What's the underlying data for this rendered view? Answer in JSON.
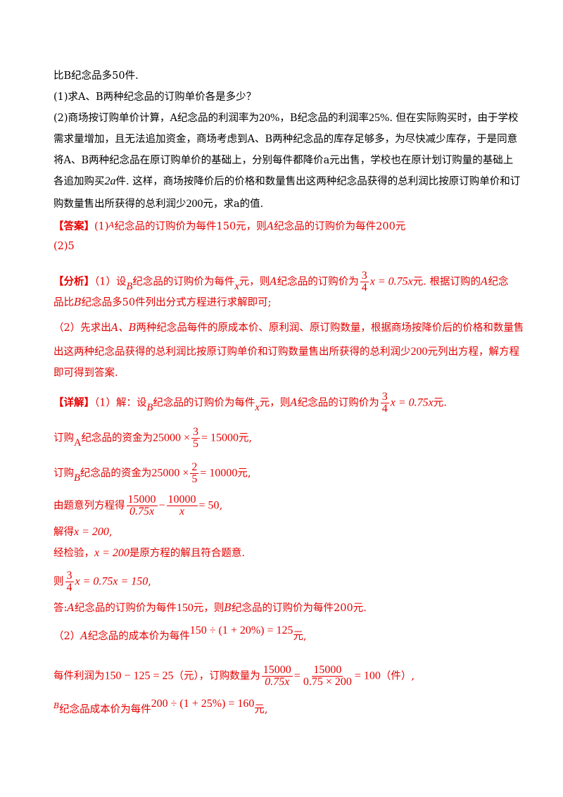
{
  "problem": {
    "l1": "比B纪念品多50件.",
    "l2": "(1)求A、B两种纪念品的订购单价各是多少？",
    "l3a": "(2)商场按订购单价计算，A纪念品的利润率为",
    "l3pct1": "20%",
    "l3b": "，B纪念品的利润率",
    "l3pct2": "25%",
    "l3c": ". 但在实际购买时，由于学校",
    "l4": "需求量增加，且无法追加资金，商场考虑到A、B两种纪念品的库存足够多，为尽快减少库存，于是同意",
    "l5": "将A、B两种纪念品在原订购单价的基础上，分别每件都降价a元出售，学校也在原计划订购量的基础上",
    "l6a": "各追加购买",
    "l6m": "2a",
    "l6b": "件. 这样，商场按降价后的价格和数量售出这两种纪念品获得的总利润比按原订购单价和订",
    "l7a": "购数量售出所获得的总利润少",
    "l7m": "200",
    "l7b": "元，求a的值."
  },
  "answer": {
    "tag": "【答案】",
    "p1a": "(1)",
    "p1A": "A",
    "p1b": "纪念品的订购价为每件150元，则",
    "p1A2": "A",
    "p1c": "纪念品的订购价为每件200元",
    "p2": "(2)5"
  },
  "analysis": {
    "tag": "【分析】",
    "l1a": "（1）设",
    "l1B": "B",
    "l1b": "纪念品的订购价为每件",
    "l1x": "x",
    "l1c": "元，则",
    "l1A": "A",
    "l1d": "纪念品的订购价为",
    "l1num": "3",
    "l1den": "4",
    "l1eq": "x = 0.75x",
    "l1e": "元. 根据订购的",
    "l1A2": "A",
    "l1f": "纪念",
    "l2a": "品比",
    "l2B": "B",
    "l2b": "纪念品多50件列出分式方程进行求解即可;",
    "l3a": "（2）先求出",
    "l3AB": "A、B",
    "l3b": "两种纪念品每件的原成本价、原利润、原订购数量，根据商场按降价后的价格和数量售",
    "l4a": "出这两种纪念品获得的总利润比按原订购单价和订购数量售出所获得的总利润少",
    "l4m": "200",
    "l4b": "元列出方程，解方程",
    "l5": "即可得到答案."
  },
  "detail": {
    "tag": "【详解】",
    "l1a": "（1）解：设",
    "l1B": "B",
    "l1b": "纪念品的订购价为每件",
    "l1x": "x",
    "l1c": "元，则",
    "l1A": "A",
    "l1d": "纪念品的订购价为",
    "l1num": "3",
    "l1den": "4",
    "l1eq": "x = 0.75x",
    "l1e": "元.",
    "l2a": "订购",
    "l2A": "A",
    "l2b": "纪念品的资金为",
    "l2m1": "25000 ×",
    "l2num": "3",
    "l2den": "5",
    "l2m2": "= 15000",
    "l2c": "元,",
    "l3a": "订购",
    "l3B": "B",
    "l3b": "纪念品的资金为",
    "l3m1": "25000 ×",
    "l3num": "2",
    "l3den": "5",
    "l3m2": "= 10000",
    "l3c": "元,",
    "l4a": "由题意列方程得",
    "l4n1": "15000",
    "l4d1": "0.75x",
    "l4minus": "−",
    "l4n2": "10000",
    "l4d2": "x",
    "l4m": "= 50",
    "l4b": ",",
    "l5a": "解得",
    "l5m": "x = 200",
    "l5b": ",",
    "l6a": "经检验，",
    "l6m": "x = 200",
    "l6b": "是原方程的解且符合题意.",
    "l7a": "则",
    "l7num": "3",
    "l7den": "4",
    "l7m": "x = 0.75x = 150",
    "l7b": ",",
    "l8a": "答:",
    "l8A": "A",
    "l8b": "纪念品的订购价为每件",
    "l8m": "150",
    "l8c": "元，则",
    "l8B": "B",
    "l8d": "纪念品的订购价为每件200元.",
    "l9a": "（2）",
    "l9A": "A",
    "l9b": "纪念品的成本价为每件",
    "l9m": "150 ÷ (1 + 20%) = 125",
    "l9c": "元,",
    "l10a": "每件利润为",
    "l10m1": "150 − 125 = 25",
    "l10b": "（元），订购数量为",
    "l10n1": "15000",
    "l10d1": "0.75x",
    "l10eq1": "=",
    "l10n2": "15000",
    "l10d2": "0.75 × 200",
    "l10eq2": "= 100",
    "l10c": "（件）,",
    "l11B": "B",
    "l11a": "纪念品成本价为每件",
    "l11m": "200 ÷ (1 + 25%) = 160",
    "l11b": "元,"
  }
}
